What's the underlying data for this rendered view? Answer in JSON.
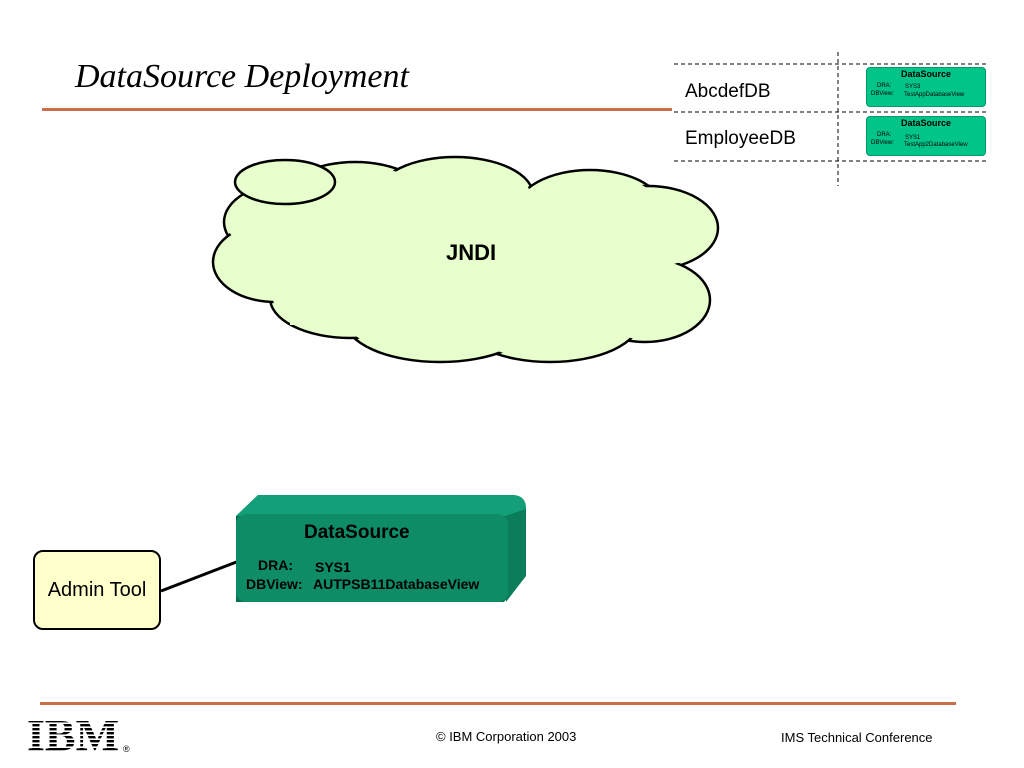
{
  "slide": {
    "title": "DataSource Deployment"
  },
  "jndi_table": {
    "rows": [
      {
        "name": "AbcdefDB",
        "ds_title": "DataSource",
        "dra_label": "DRA:",
        "dra_value": "SYS3",
        "dbview_label": "DBView:",
        "dbview_value": "TestAppDatabaseView"
      },
      {
        "name": "EmployeeDB",
        "ds_title": "DataSource",
        "dra_label": "DRA:",
        "dra_value": "SYS1",
        "dbview_label": "DBView:",
        "dbview_value": "TestApp2DatabaseView"
      }
    ]
  },
  "cloud": {
    "label": "JNDI"
  },
  "datasource": {
    "title": "DataSource",
    "dra_label": "DRA:",
    "dra_value": "SYS1",
    "dbview_label": "DBView:",
    "dbview_value": "AUTPSB11DatabaseView"
  },
  "admin_tool": {
    "label": "Admin Tool"
  },
  "footer": {
    "logo_text": "IBM",
    "copyright": "©  IBM Corporation 2003",
    "conference": "IMS Technical Conference"
  },
  "colors": {
    "accent_rule": "#c8704a",
    "cloud_fill": "#e6ffcc",
    "datasource_fill": "#0d8c66",
    "mini_datasource_fill": "#00c488",
    "admin_fill": "#ffffcc"
  }
}
